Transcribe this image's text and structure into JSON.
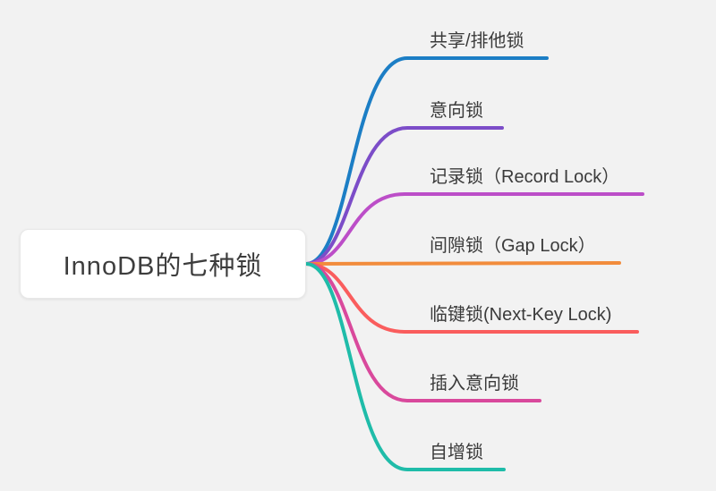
{
  "diagram": {
    "type": "mindmap",
    "canvas_background": "#f2f2f2"
  },
  "root": {
    "label": "InnoDB的七种锁",
    "background": "#ffffff",
    "text_color": "#3d3d3d"
  },
  "branches": [
    {
      "label": "共享/排他锁",
      "color": "#1c7ec5"
    },
    {
      "label": "意向锁",
      "color": "#7c4dc8"
    },
    {
      "label": "记录锁（Record Lock）",
      "color": "#bc4ec8"
    },
    {
      "label": "间隙锁（Gap Lock）",
      "color": "#f28c3c"
    },
    {
      "label": "临键锁(Next-Key Lock)",
      "color": "#fa5d5d"
    },
    {
      "label": "插入意向锁",
      "color": "#d9499c"
    },
    {
      "label": "自增锁",
      "color": "#1fbca9"
    }
  ]
}
